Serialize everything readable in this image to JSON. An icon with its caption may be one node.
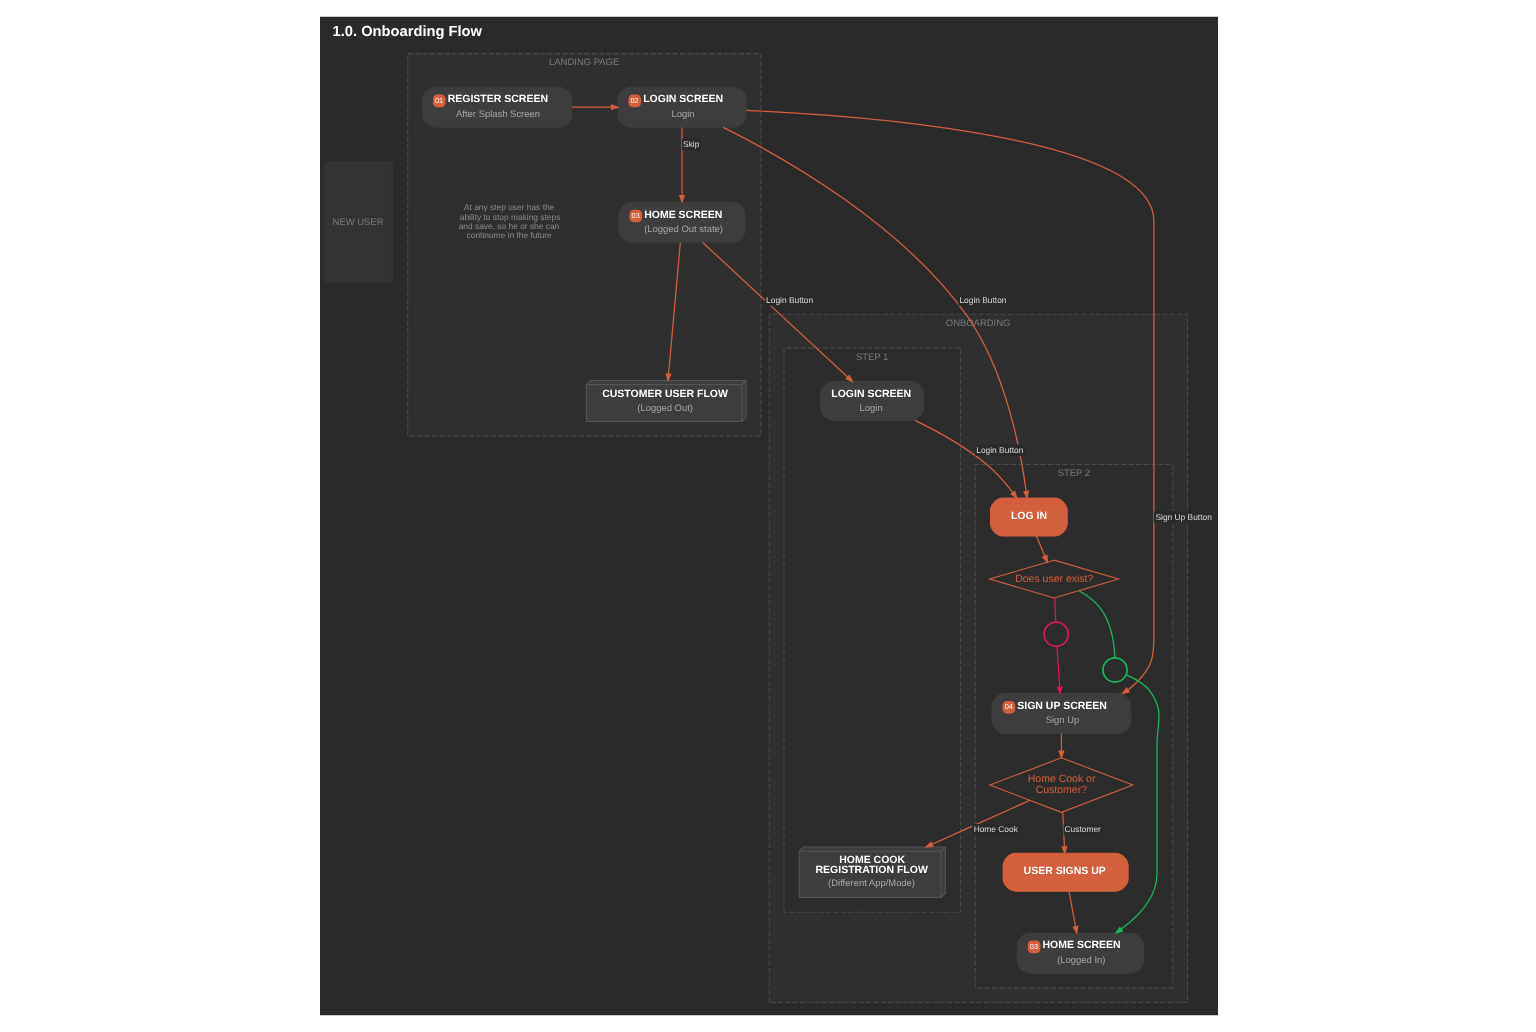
{
  "diagram": {
    "title": "1.0. Onboarding Flow",
    "nodes": [
      {
        "text": [
          "LANDING PAGE"
        ]
      },
      {
        "text": [
          "ONBOARDING"
        ]
      },
      {
        "text": [
          "STEP 1"
        ],
        "in": 1
      },
      {
        "text": [
          "STEP 2"
        ],
        "in": 1
      },
      {
        "text": [
          "NEW USER"
        ]
      },
      {
        "text": [
          "01",
          "REGISTER SCREEN",
          "After Splash Screen"
        ],
        "in": 0
      },
      {
        "text": [
          "02",
          "LOGIN SCREEN",
          "Login"
        ],
        "in": 0
      },
      {
        "text": [
          "03",
          "HOME SCREEN",
          "(Logged Out state)"
        ],
        "in": 0
      },
      {
        "text": [
          "LOGIN SCREEN",
          "Login"
        ],
        "in": 2
      },
      {
        "text": [
          "LOG IN"
        ],
        "in": 3
      },
      {
        "text": [
          "Does user exist?"
        ],
        "in": 3
      },
      {
        "text": [],
        "shape": "circle",
        "in": 3
      },
      {
        "text": [],
        "shape": "circle",
        "in": 3
      },
      {
        "text": [
          "CUSTOMER USER FLOW",
          "(Logged Out)"
        ],
        "in": 0
      },
      {
        "text": [
          "04",
          "SIGN UP SCREEN",
          "Sign Up"
        ],
        "in": 3
      },
      {
        "text": [
          "03",
          "HOME SCREEN",
          "(Logged In)"
        ],
        "in": 3
      },
      {
        "text": [
          "HOME COOK REGISTRATION FLOW",
          "(Different App/Mode)"
        ],
        "in": 2
      },
      {
        "text": [
          "Home Cook or Customer?"
        ],
        "in": 3
      },
      {
        "text": [
          "USER SIGNS UP"
        ],
        "in": 3
      }
    ],
    "edges": [
      {
        "from": 5,
        "to": 6,
        "arrow": "to"
      },
      {
        "from": 6,
        "to": 7,
        "arrow": "to",
        "label": "Skip"
      },
      {
        "from": 6,
        "to": 14,
        "arrow": "to",
        "label": "Sign Up Button"
      },
      {
        "from": 6,
        "to": 9,
        "arrow": "to",
        "label": "Login Button"
      },
      {
        "from": 7,
        "to": 13,
        "arrow": "to"
      },
      {
        "from": 7,
        "to": 8,
        "arrow": "to",
        "label": "Login Button"
      },
      {
        "from": 8,
        "to": 9,
        "arrow": "to",
        "label": "Login Button"
      },
      {
        "from": 9,
        "to": 10,
        "arrow": "to"
      },
      {
        "from": 10,
        "to": 11,
        "arrow": "none",
        "color": "#d81b4f"
      },
      {
        "from": 11,
        "to": 14,
        "arrow": "to",
        "color": "#d81b4f"
      },
      {
        "from": 10,
        "to": 12,
        "arrow": "none",
        "color": "#19b75a"
      },
      {
        "from": 12,
        "to": 15,
        "arrow": "to",
        "color": "#19b75a"
      },
      {
        "from": 14,
        "to": 17,
        "arrow": "to"
      },
      {
        "from": 17,
        "to": 16,
        "arrow": "to",
        "label": "Home Cook"
      },
      {
        "from": 17,
        "to": 18,
        "arrow": "to",
        "label": "Customer"
      },
      {
        "from": 18,
        "to": 15,
        "arrow": "to"
      }
    ],
    "labels": [
      "At any step user has the ability to stop making steps and save, so he or she can continume in the future"
    ]
  }
}
